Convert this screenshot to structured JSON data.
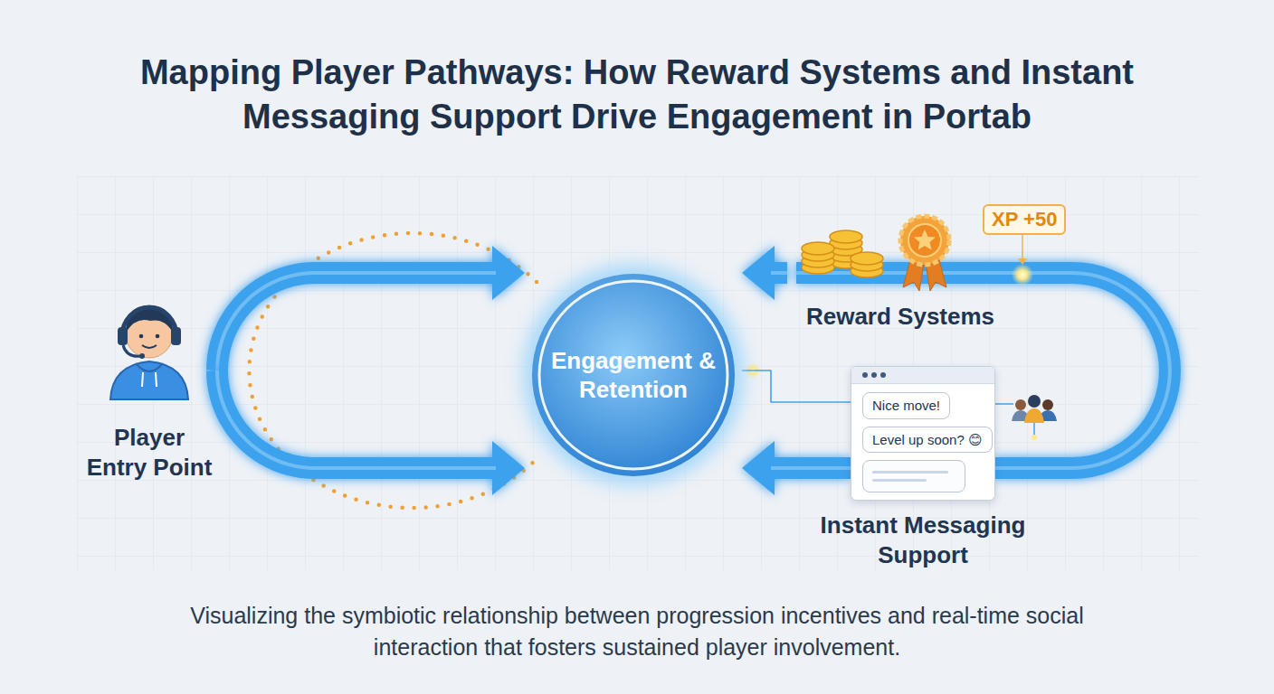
{
  "diagram": {
    "title": "Mapping Player Pathways: How Reward Systems and Instant Messaging Support Drive Engagement in Portab",
    "caption": "Visualizing the symbiotic relationship between progression incentives and real-time social interaction that fosters sustained player involvement.",
    "nodes": [
      {
        "text": [
          "Player Entry Point"
        ]
      },
      {
        "text": [
          "Engagement & Retention"
        ]
      },
      {
        "text": [
          "Reward Systems"
        ]
      },
      {
        "text": [
          "Instant Messaging Support"
        ]
      }
    ],
    "edges": [
      {
        "from": 0,
        "to": 1,
        "arrow": "to"
      },
      {
        "from": 2,
        "to": 1,
        "arrow": "to"
      },
      {
        "from": 3,
        "to": 1,
        "arrow": "to"
      },
      {
        "from": 1,
        "to": 3,
        "arrow": "none"
      }
    ],
    "labels": [
      "XP +50",
      "Nice move!",
      "Level up soon? 😊"
    ]
  }
}
